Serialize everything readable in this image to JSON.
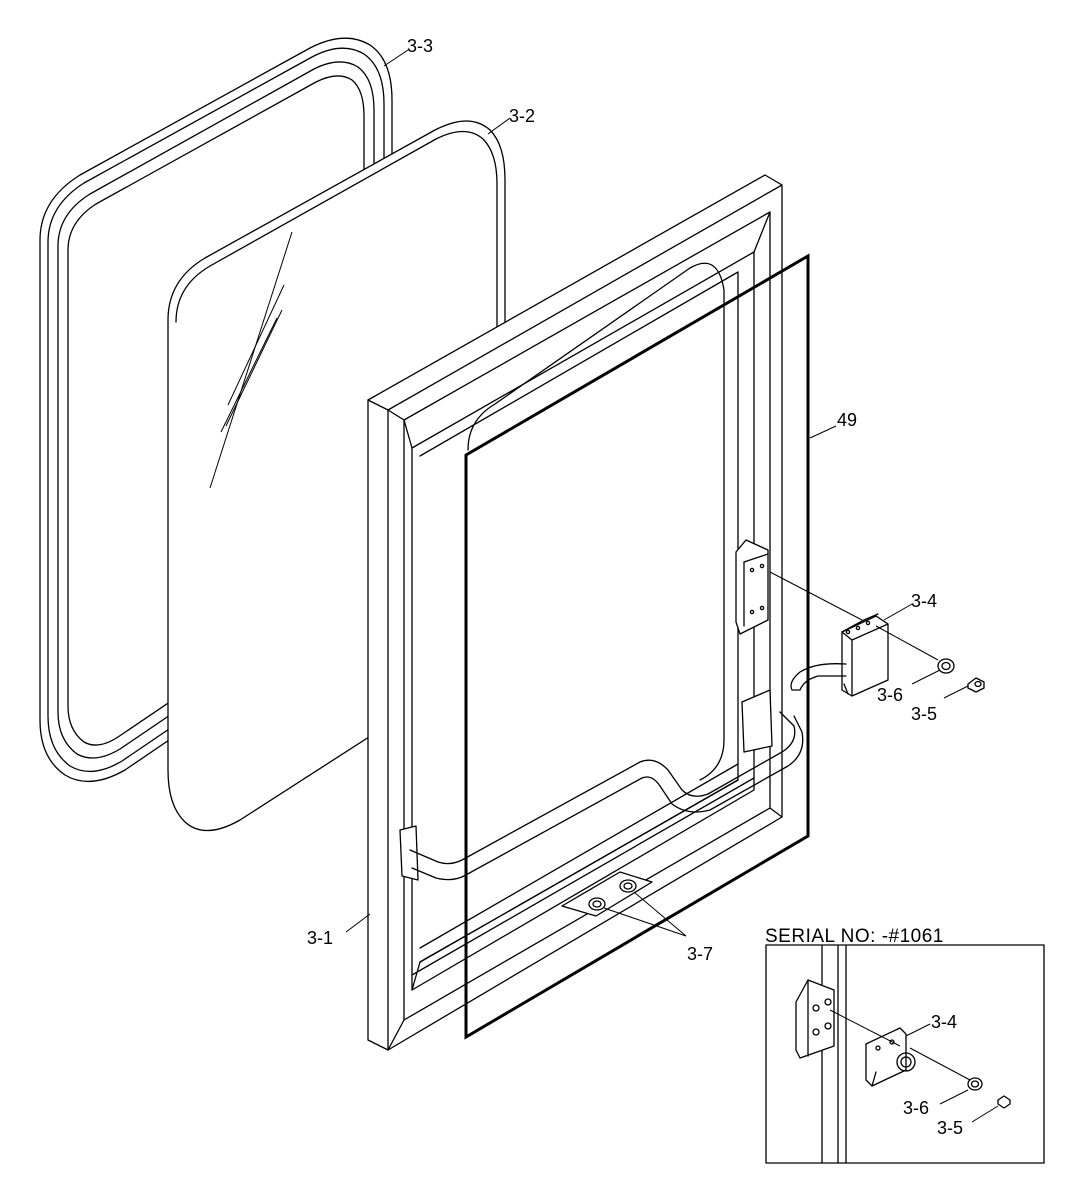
{
  "diagram": {
    "callouts": {
      "seal": "3-3",
      "glass": "3-2",
      "frame": "3-1",
      "overlay": "49",
      "latch": "3-4",
      "washer": "3-6",
      "screw": "3-5",
      "hinge_pins": "3-7"
    },
    "inset": {
      "serial_label": "SERIAL NO: -#1061",
      "latch": "3-4",
      "washer": "3-6",
      "screw": "3-5"
    }
  }
}
